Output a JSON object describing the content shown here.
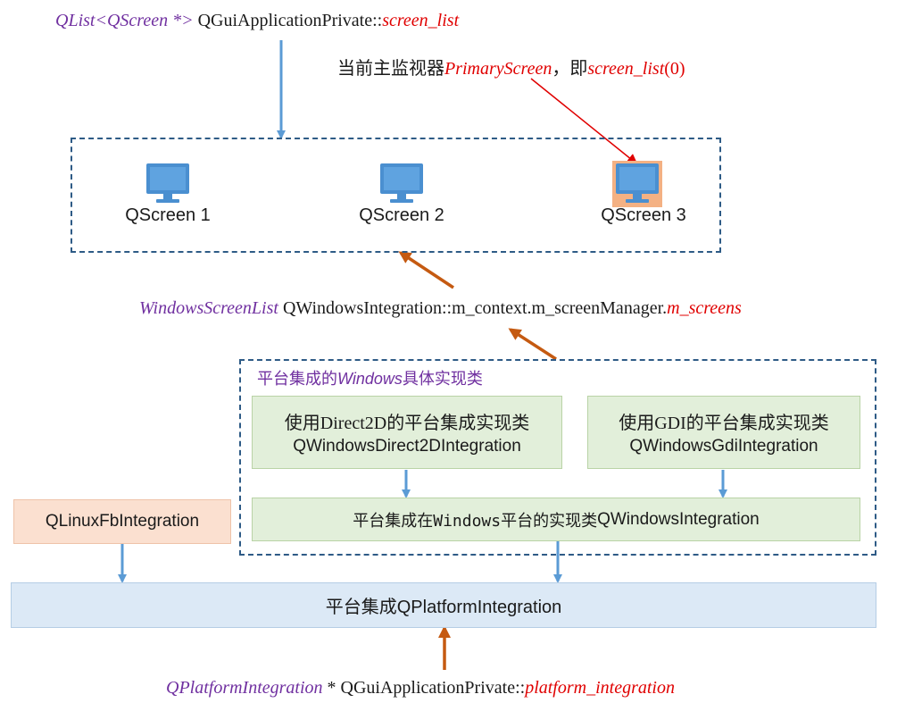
{
  "top_decl": {
    "type": "QList<QScreen *>",
    "owner": "QGuiApplicationPrivate::",
    "member": "screen_list"
  },
  "primary_note": {
    "text": "当前主监视器",
    "name": "PrimaryScreen",
    "sep": "，即",
    "expr": "screen_list",
    "arg": "(0)"
  },
  "screens": [
    "QScreen 1",
    "QScreen 2",
    "QScreen 3"
  ],
  "windows_decl": {
    "type": "WindowsScreenList",
    "owner": "QWindowsIntegration::m_context.m_screenManager.",
    "member": "m_screens"
  },
  "windows_group": {
    "prefix": "平台集成的",
    "em": "Windows",
    "suffix": "具体实现类"
  },
  "direct2d": {
    "line1": "使用Direct2D的平台集成实现类",
    "line2": "QWindowsDirect2DIntegration"
  },
  "gdi": {
    "line1": "使用GDI的平台集成实现类",
    "line2": "QWindowsGdiIntegration"
  },
  "win_integration": {
    "prefix": "平台集成在Windows平台的实现类",
    "cls": "QWindowsIntegration"
  },
  "linuxfb": "QLinuxFbIntegration",
  "platform_integration": "平台集成QPlatformIntegration",
  "bottom_decl": {
    "type": "QPlatformIntegration",
    "star": " * ",
    "owner": "QGuiApplicationPrivate::",
    "member": "platform_integration"
  },
  "colors": {
    "arrow_blue": "#5b9bd5",
    "arrow_orange": "#c55a11",
    "arrow_red": "#e00000",
    "dash_border": "#2e5b86",
    "monitor": "#4a8fd0",
    "highlight": "#f4b183"
  }
}
